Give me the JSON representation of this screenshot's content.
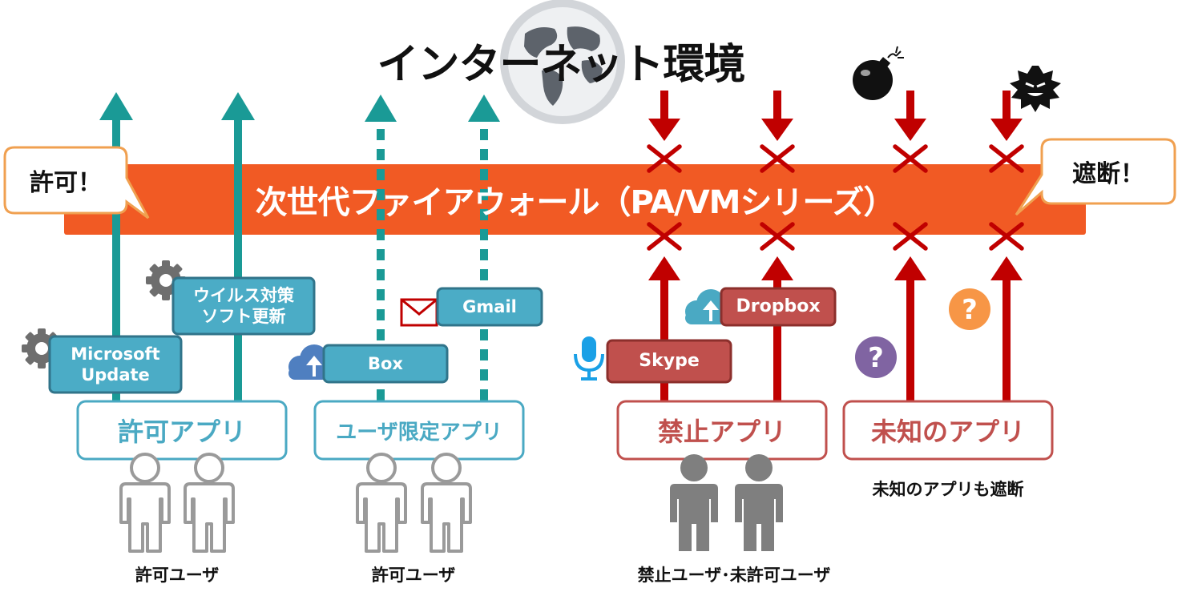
{
  "title": "インターネット環境",
  "firewall": {
    "label": "次世代ファイアウォール（PA/VMシリーズ）"
  },
  "callouts": {
    "allow": "許可！",
    "block": "遮断！"
  },
  "apps": {
    "microsoft_update": "Microsoft\nUpdate",
    "antivirus_update": "ウイルス対策\nソフト更新",
    "box": "Box",
    "gmail": "Gmail",
    "skype": "Skype",
    "dropbox": "Dropbox"
  },
  "categories": {
    "allowed": "許可アプリ",
    "user_limited": "ユーザ限定アプリ",
    "prohibited": "禁止アプリ",
    "unknown": "未知のアプリ"
  },
  "user_labels": {
    "allowed_users_1": "許可ユーザ",
    "allowed_users_2": "許可ユーザ",
    "blocked_users": "禁止ユーザ･未許可ユーザ",
    "unknown_note": "未知のアプリも遮断"
  },
  "colors": {
    "allow_arrow": "#1a9a96",
    "block_arrow": "#c00000",
    "firewall_bar": "#f15a24",
    "allow_tag": "#4bacc6",
    "block_tag": "#c0504d",
    "callout_border": "#f0a050",
    "user_outline": "#9a9a9a",
    "user_solid": "#7f7f7f"
  },
  "icons": [
    "globe-icon",
    "gear-icon",
    "mail-icon",
    "cloud-upload-icon",
    "microphone-icon",
    "bomb-icon",
    "virus-icon",
    "question-icon"
  ]
}
